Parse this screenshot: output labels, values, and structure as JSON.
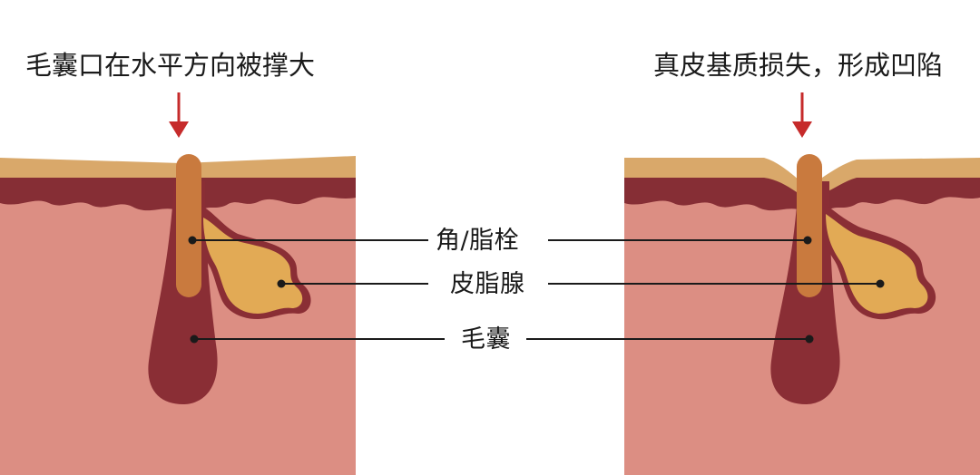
{
  "titles": {
    "left": "毛囊口在水平方向被撑大",
    "right": "真皮基质损失，形成凹陷"
  },
  "labels": {
    "plug": "角/脂栓",
    "sebaceous_gland": "皮脂腺",
    "follicle": "毛囊"
  },
  "colors": {
    "epidermis": "#D9A86A",
    "upper_dermis": "#862E35",
    "dermis": "#DC8E83",
    "plug": "#C97A3E",
    "gland": "#E2AA55",
    "follicle": "#8A2E35",
    "arrow": "#C62B2B"
  }
}
